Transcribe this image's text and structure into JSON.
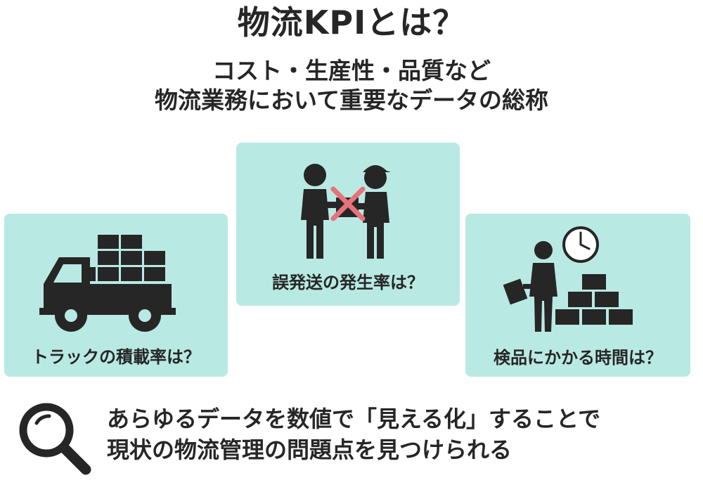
{
  "title": "物流KPIとは？",
  "subtitle": {
    "line1": "コスト・生産性・品質など",
    "line2": "物流業務において重要なデータの総称"
  },
  "cards": [
    {
      "label": "トラックの積載率は？",
      "icon": "truck-with-boxes-icon"
    },
    {
      "label": "誤発送の発生率は？",
      "icon": "package-handover-cross-icon"
    },
    {
      "label": "検品にかかる時間は？",
      "icon": "inspector-clock-boxes-icon"
    }
  ],
  "conclusion": {
    "line1": "あらゆるデータを数値で「見える化」することで",
    "line2": "現状の物流管理の問題点を見つけられる"
  },
  "colors": {
    "card_bg": "#b9e9e3",
    "text": "#262626",
    "cross": "#e8727c"
  },
  "search_icon": "magnifier-icon"
}
